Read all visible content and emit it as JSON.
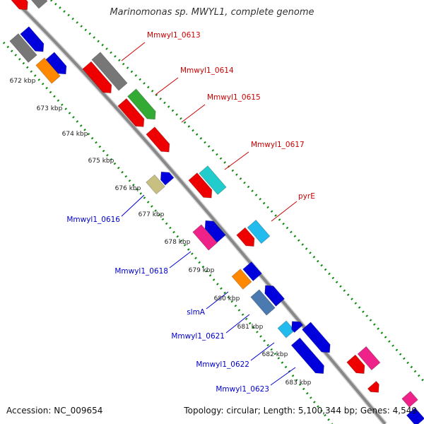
{
  "title": "Marinomonas sp. MWYL1, complete genome",
  "accession": "Accession: NC_009654",
  "topology": "Topology: circular; Length: 5,100,344 bp; Genes: 4,549",
  "colors": {
    "background": "#ffffff",
    "backbone": "#8a8a8a",
    "tick": "#0a8a0a",
    "label_forward": "#cc0000",
    "label_reverse": "#0000cc",
    "kbp_label": "#222222"
  },
  "kbp_ticks": [
    "672 kbp",
    "673 kbp",
    "674 kbp",
    "675 kbp",
    "676 kbp",
    "677 kbp",
    "678 kbp",
    "679 kbp",
    "680 kbp",
    "681 kbp",
    "682 kbp",
    "683 kbp"
  ],
  "gene_labels_forward": [
    "Mmwyl1_0613",
    "Mmwyl1_0614",
    "Mmwyl1_0615",
    "Mmwyl1_0617",
    "pyrE"
  ],
  "gene_labels_reverse": [
    "Mmwyl1_0616",
    "Mmwyl1_0618",
    "slmA",
    "Mmwyl1_0621",
    "Mmwyl1_0622",
    "Mmwyl1_0623"
  ],
  "gene_colors": {
    "red": "#ee0000",
    "gray": "#777777",
    "green": "#33aa33",
    "cyan": "#22cccc",
    "light_blue": "#22bbee",
    "blue": "#0000dd",
    "orange": "#ff8800",
    "khaki": "#c8c080",
    "magenta": "#ee2288",
    "steel": "#4a7ab0"
  }
}
